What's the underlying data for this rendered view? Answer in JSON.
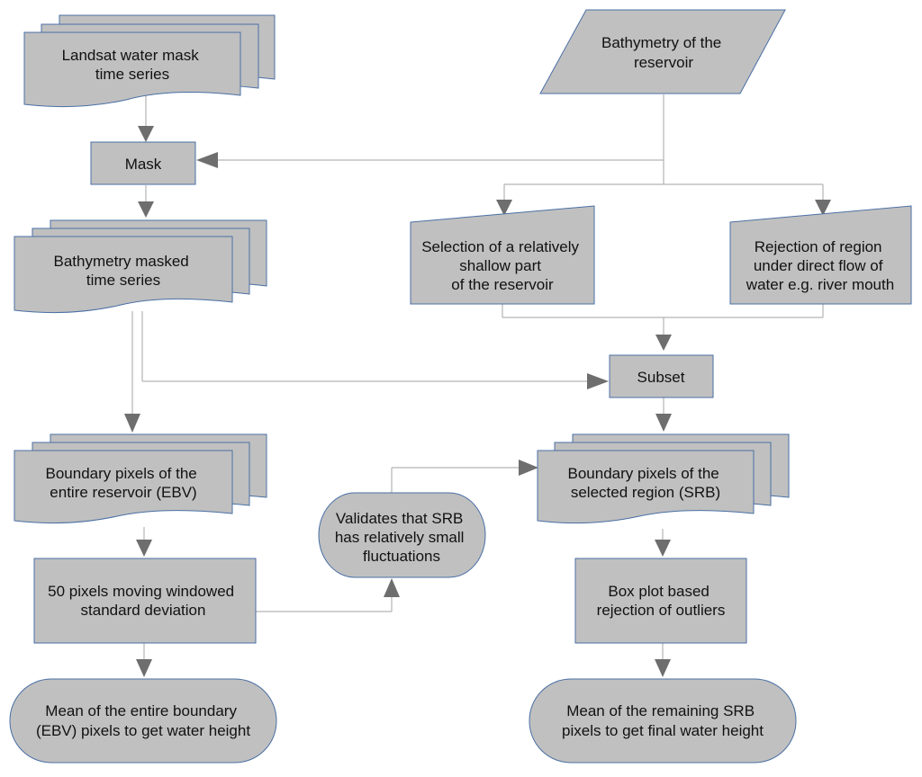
{
  "nodes": {
    "landsat_mask": [
      "Landsat water mask",
      "time series"
    ],
    "bathymetry_reservoir": [
      "Bathymetry of the",
      "reservoir"
    ],
    "mask": [
      "Mask"
    ],
    "bathy_masked": [
      "Bathymetry masked",
      "time series"
    ],
    "select_shallow": [
      "Selection of a relatively",
      "shallow part",
      "of the reservoir"
    ],
    "reject_region": [
      "Rejection of region",
      "under direct flow of",
      "water e.g. river mouth"
    ],
    "subset": [
      "Subset"
    ],
    "boundary_ebv": [
      "Boundary pixels of the",
      "entire reservoir (EBV)"
    ],
    "boundary_srb": [
      "Boundary pixels of the",
      "selected region (SRB)"
    ],
    "validates": [
      "Validates that SRB",
      "has relatively small",
      "fluctuations"
    ],
    "moving_std": [
      "50 pixels moving windowed",
      "standard deviation"
    ],
    "boxplot": [
      "Box plot based",
      "rejection of outliers"
    ],
    "mean_ebv": [
      "Mean of the entire boundary",
      "(EBV) pixels to get water height"
    ],
    "mean_srb": [
      "Mean of the remaining SRB",
      "pixels to get final water height"
    ]
  }
}
